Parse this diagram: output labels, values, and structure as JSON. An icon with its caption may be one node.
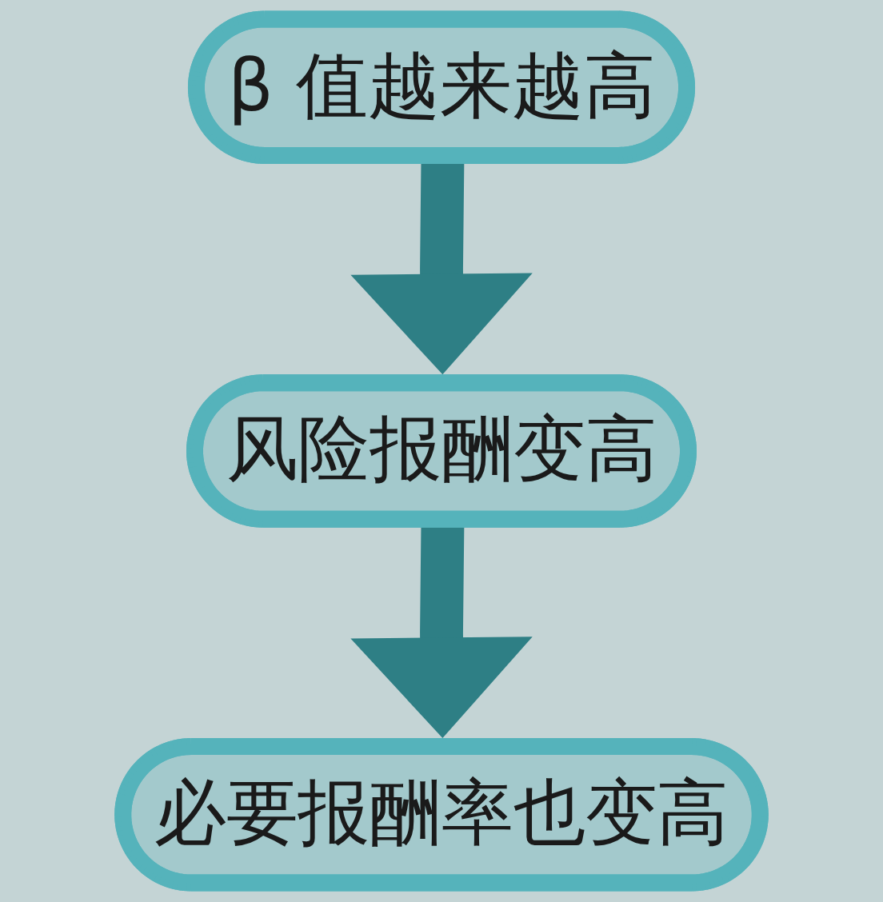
{
  "diagram": {
    "nodes": [
      {
        "text": [
          "β 值越来越高"
        ]
      },
      {
        "text": [
          "风险报酬变高"
        ]
      },
      {
        "text": [
          "必要报酬率也变高"
        ]
      }
    ],
    "edges": [
      {
        "from": 0,
        "to": 1,
        "arrow": "to"
      },
      {
        "from": 1,
        "to": 2,
        "arrow": "to"
      }
    ]
  }
}
